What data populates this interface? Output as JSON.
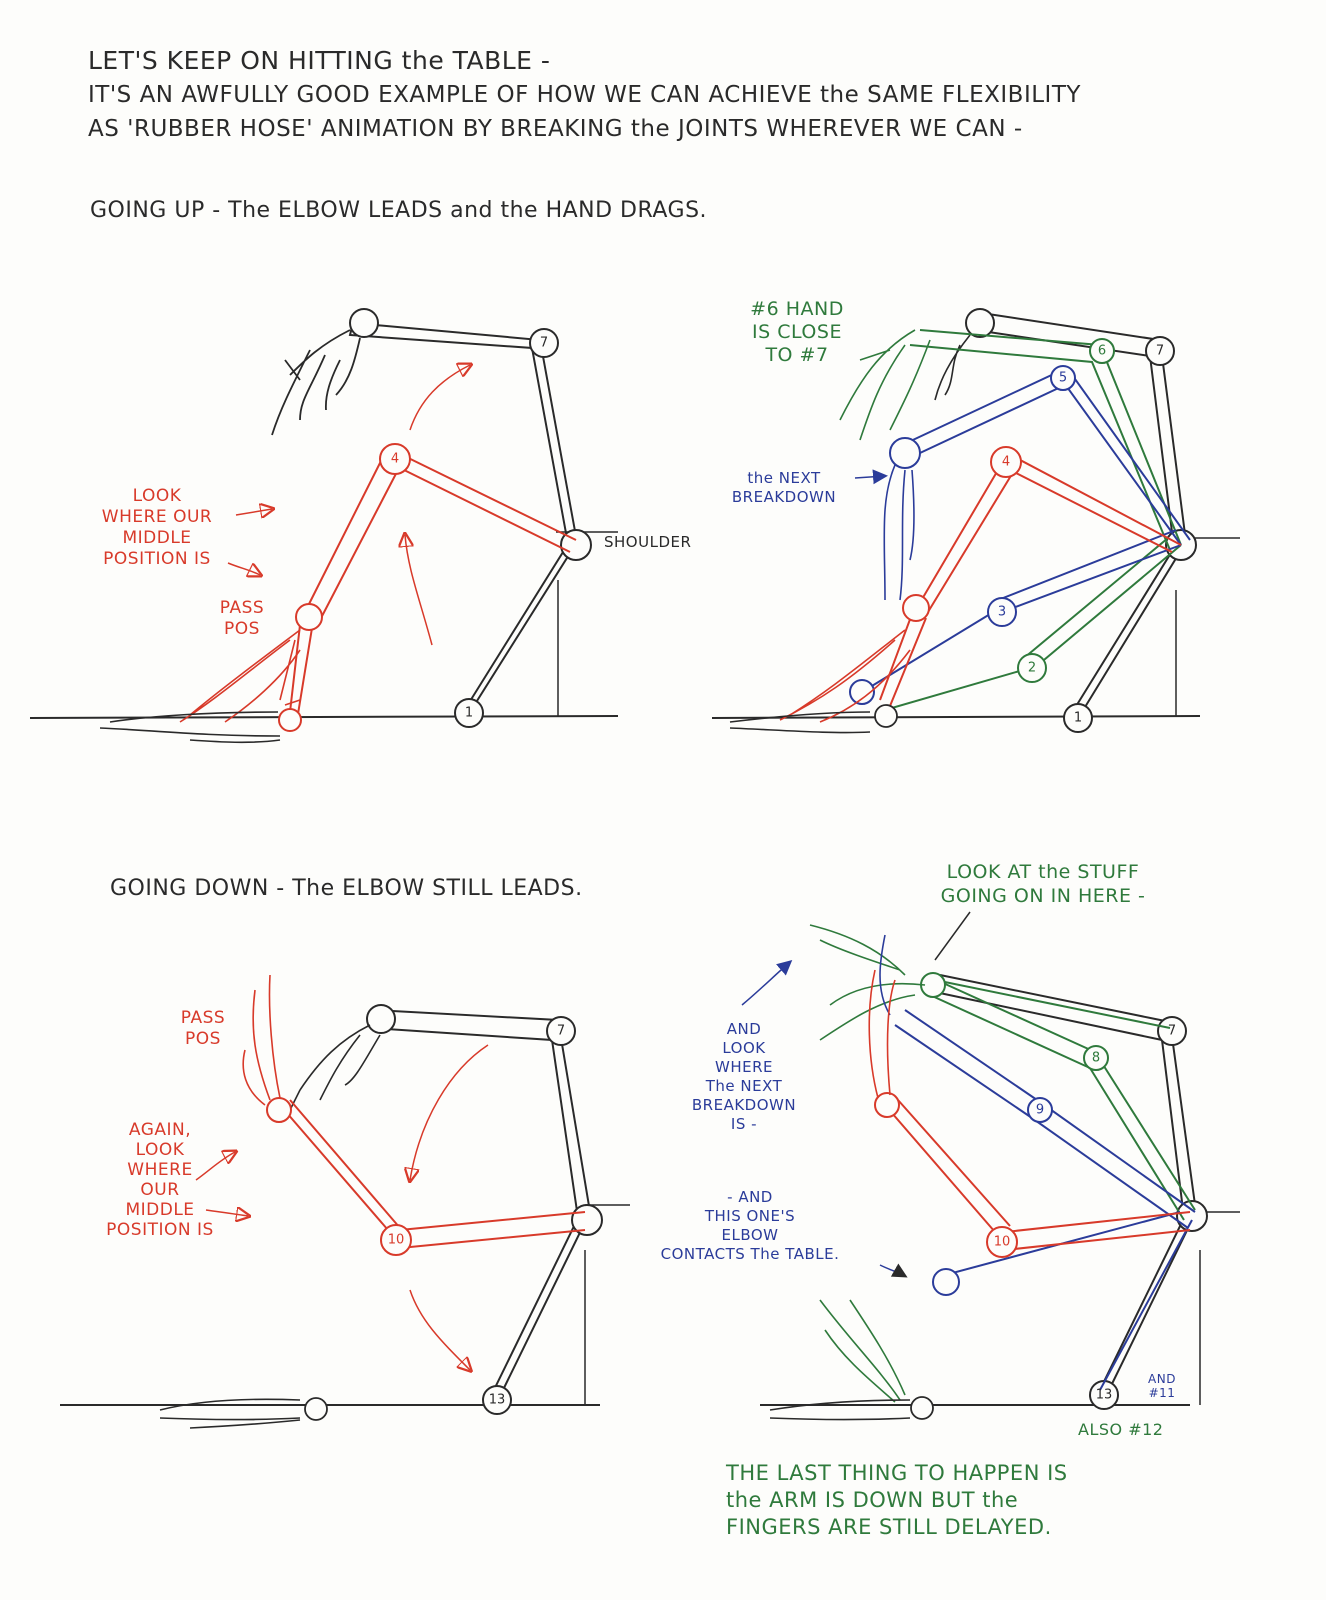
{
  "header": {
    "line1": "LET'S KEEP ON HITTING the TABLE -",
    "line2": "IT'S AN AWFULLY GOOD EXAMPLE OF HOW WE CAN ACHIEVE the SAME FLEXIBILITY",
    "line3": "AS 'RUBBER HOSE' ANIMATION BY BREAKING the JOINTS WHEREVER WE CAN -"
  },
  "going_up": {
    "title": "GOING UP - The ELBOW LEADS and the HAND DRAGS.",
    "left": {
      "look_note": [
        "LOOK",
        "WHERE OUR",
        "MIDDLE",
        "POSITION IS"
      ],
      "pass_pos": [
        "PASS",
        "POS"
      ],
      "shoulder": "SHOULDER",
      "frames": [
        "4",
        "7",
        "1"
      ]
    },
    "right": {
      "hand_note": [
        "#6 HAND",
        "IS CLOSE",
        "TO #7"
      ],
      "breakdown_note": [
        "the NEXT",
        "BREAKDOWN"
      ],
      "frames": [
        "6",
        "7",
        "5",
        "4",
        "3",
        "2",
        "1"
      ]
    }
  },
  "going_down": {
    "title": "GOING DOWN - The ELBOW STILL LEADS.",
    "left": {
      "pass_pos": [
        "PASS",
        "POS"
      ],
      "again_note": [
        "AGAIN,",
        "LOOK",
        "WHERE",
        "OUR",
        "MIDDLE",
        "POSITION IS"
      ],
      "frames": [
        "7",
        "10",
        "13"
      ]
    },
    "right": {
      "stuff_note": [
        "LOOK AT the STUFF",
        "GOING ON IN HERE -"
      ],
      "breakdown_note": [
        "AND",
        "LOOK",
        "WHERE",
        "The NEXT",
        "BREAKDOWN",
        "IS -"
      ],
      "elbow_note": [
        "- AND",
        "THIS ONE'S",
        "ELBOW",
        "CONTACTS The TABLE."
      ],
      "frames": [
        "7",
        "8",
        "9",
        "10",
        "13"
      ],
      "and_11": [
        "AND",
        "#11"
      ],
      "also_12": "ALSO #12",
      "last_thing": [
        "THE LAST THING TO HAPPEN IS",
        "the ARM IS DOWN BUT the",
        "FINGERS ARE STILL DELAYED."
      ]
    }
  },
  "colors": {
    "pencil": "#2a2a2a",
    "red": "#d83a2a",
    "blue": "#2b3c9a",
    "green": "#2f7a3c"
  }
}
